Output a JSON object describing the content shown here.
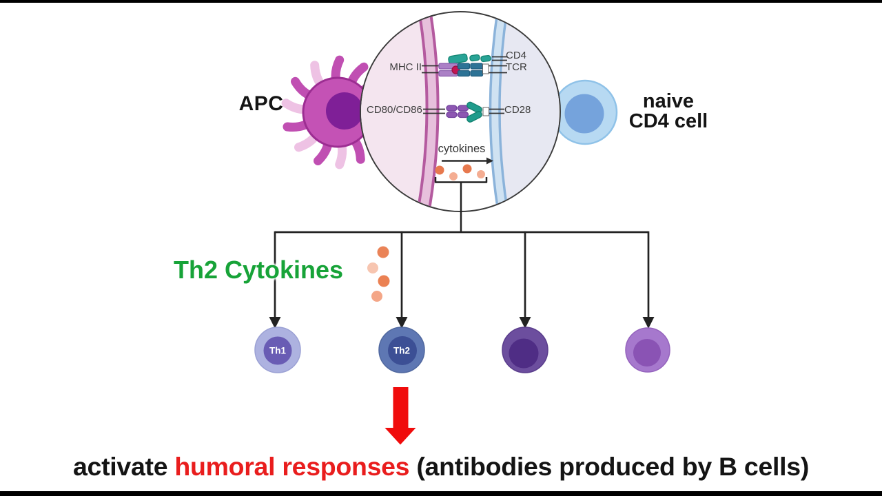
{
  "synapse": {
    "apc_label": "APC",
    "naive_label_line1": "naive",
    "naive_label_line2": "CD4 cell",
    "mhc2_label": "MHC II",
    "cd4_label": "CD4",
    "tcr_label": "TCR",
    "cd80_label": "CD80/CD86",
    "cd28_label": "CD28",
    "cytokines_label": "cytokines"
  },
  "branch": {
    "th2_cytokines_label": "Th2 Cytokines",
    "cells": [
      {
        "label": "Th1",
        "body": "#adb2e0",
        "nucleus": "#695cb4"
      },
      {
        "label": "Th2",
        "body": "#5e77b3",
        "nucleus": "#3c4f95"
      },
      {
        "label": "",
        "body": "#6c4e9e",
        "nucleus": "#4f2d85"
      },
      {
        "label": "",
        "body": "#a678cd",
        "nucleus": "#8a53b4"
      }
    ]
  },
  "caption": {
    "prefix": "activate ",
    "highlight": "humoral responses",
    "suffix": " (antibodies produced by B cells)"
  },
  "colors": {
    "green_text": "#17a338",
    "caption_red": "#e91d1d",
    "red_arrow": "#f00c0c",
    "cytokine_dark": "#e7794e",
    "cytokine_light": "#f4ad92",
    "apc_body": "#c452b5",
    "apc_nucleus": "#7f1f97",
    "naive_body": "#b7d9f2",
    "naive_nucleus": "#75a3dc",
    "apc_membrane": "#b45a9f",
    "tcell_membrane": "#8bb3da"
  }
}
